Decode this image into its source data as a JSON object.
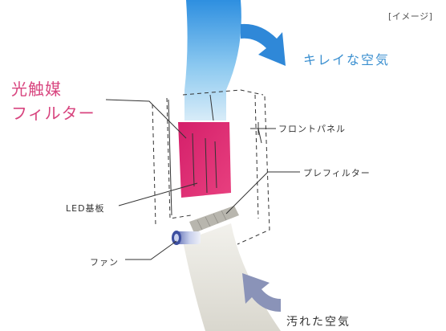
{
  "note": "[イメージ]",
  "labels": {
    "clean_air": "キレイな空気",
    "photocatalyst_line1": "光触媒",
    "photocatalyst_line2": "フィルター",
    "front_panel": "フロントパネル",
    "pre_filter": "プレフィルター",
    "led_board": "LED基板",
    "fan": "ファン",
    "dirty_air": "汚れた空気"
  },
  "colors": {
    "clean_air_flow": "#5aaee8",
    "dirty_air_flow": "#e6e4dc",
    "photocatalyst_filter": "#d8206e",
    "photocatalyst_text": "#d8457f",
    "clean_air_text": "#3a8fd0",
    "leader_line": "#333333"
  }
}
